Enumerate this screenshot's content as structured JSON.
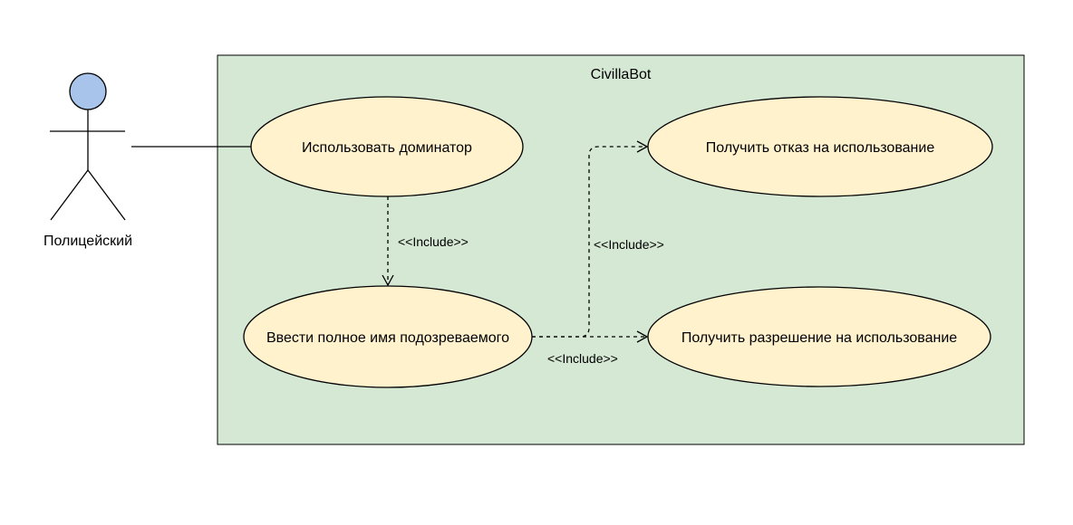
{
  "colors": {
    "system_fill": "#d5e8d4",
    "system_stroke": "#000000",
    "usecase_fill": "#fff2cc",
    "usecase_stroke": "#000000",
    "actor_head_fill": "#a9c4eb",
    "line": "#000000"
  },
  "system": {
    "title": "CivillaBot"
  },
  "actor": {
    "name": "Полицейский",
    "icon": "stick-figure-icon"
  },
  "use_cases": {
    "use_dominator": "Использовать доминатор",
    "enter_name": "Ввести полное имя подозреваемого",
    "get_refusal": "Получить отказ на использование",
    "get_permission": "Получить разрешение на использование"
  },
  "relations": {
    "include_dominator_to_name": "<<Include>>",
    "include_name_to_refusal": "<<Include>>",
    "include_name_to_permission": "<<Include>>"
  }
}
